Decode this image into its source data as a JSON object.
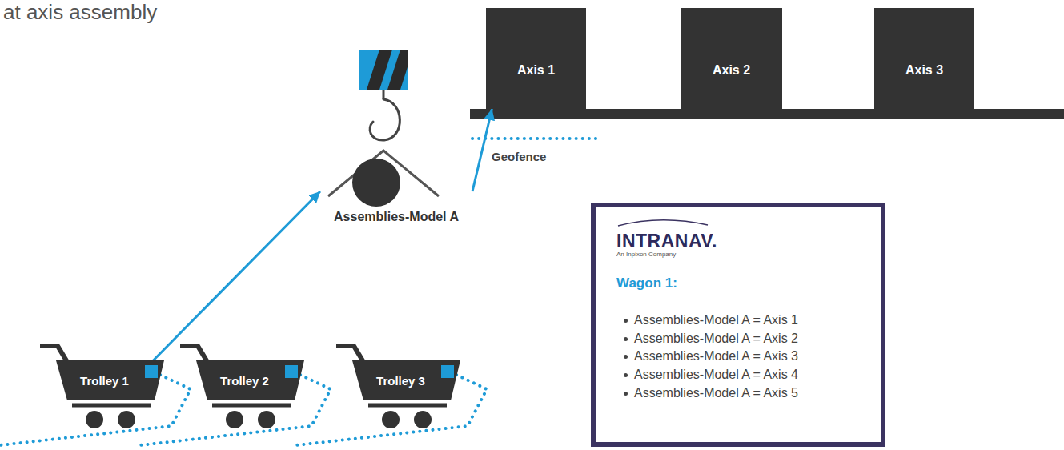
{
  "diagram": {
    "nodes": [
      {
        "text": [
          "Axis 1"
        ]
      },
      {
        "text": [
          "Axis 2"
        ]
      },
      {
        "text": [
          "Axis 3"
        ]
      },
      {
        "text": [
          "Assemblies-Model A"
        ]
      },
      {
        "text": [
          "INTRANAV.",
          "An Inpixon Company",
          "Wagon 1:",
          "Assemblies-Model A = Axis 1",
          "Assemblies-Model A = Axis 2",
          "Assemblies-Model A = Axis 3",
          "Assemblies-Model A = Axis 4",
          "Assemblies-Model A = Axis 5"
        ]
      },
      {
        "text": [
          "Trolley 1"
        ]
      },
      {
        "text": [
          "Trolley 2"
        ]
      },
      {
        "text": [
          "Trolley 3"
        ]
      }
    ],
    "edges": [
      {
        "from": 5,
        "to": 3,
        "arrow": "to"
      },
      {
        "from": 3,
        "to": 0,
        "arrow": "to"
      }
    ],
    "labels": [
      "at axis assembly",
      "Geofence"
    ]
  }
}
